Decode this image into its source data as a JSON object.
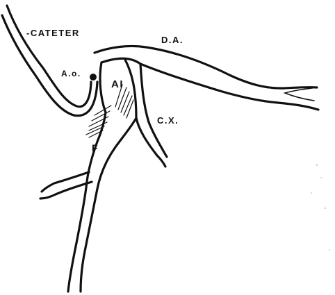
{
  "diagram": {
    "labels": {
      "catheter": "-CATETER",
      "aorta": "A.o.",
      "da": "D.A.",
      "ai": "AI",
      "cx": "C.X.",
      "f": "F"
    },
    "colors": {
      "ink": "#111111",
      "background": "#ffffff"
    }
  }
}
